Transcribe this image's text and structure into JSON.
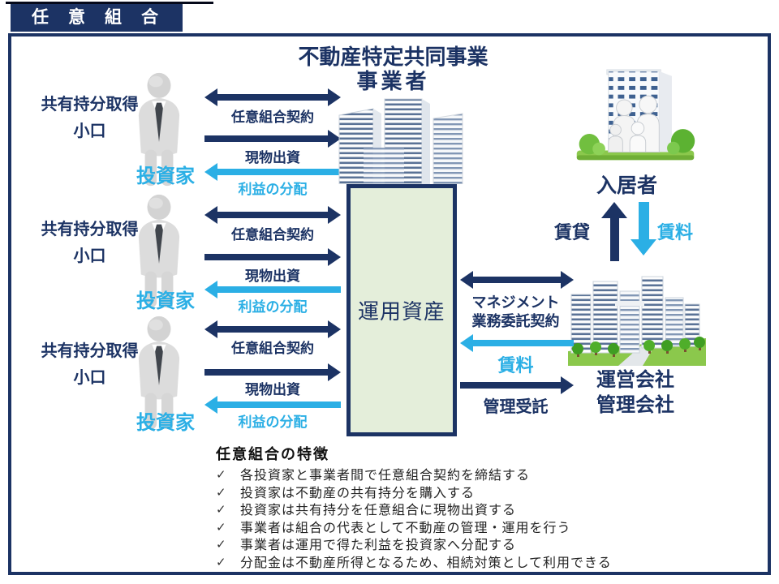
{
  "title": "任意組合",
  "colors": {
    "navy": "#1c3364",
    "cyan": "#2bafe5",
    "asset_green": "#e4eeda"
  },
  "header": {
    "line1": "不動産特定共同事業",
    "line2": "事業者"
  },
  "investors": [
    {
      "acquire_label": "共有持分取得",
      "lot_label": "小口",
      "role_label": "投資家",
      "contract_label": "任意組合契約",
      "contribution_label": "現物出資",
      "distribution_label": "利益の分配"
    },
    {
      "acquire_label": "共有持分取得",
      "lot_label": "小口",
      "role_label": "投資家",
      "contract_label": "任意組合契約",
      "contribution_label": "現物出資",
      "distribution_label": "利益の分配"
    },
    {
      "acquire_label": "共有持分取得",
      "lot_label": "小口",
      "role_label": "投資家",
      "contract_label": "任意組合契約",
      "contribution_label": "現物出資",
      "distribution_label": "利益の分配"
    }
  ],
  "asset_box": {
    "label": "運用資産"
  },
  "residents": {
    "label": "入居者",
    "lease_label": "賃貸",
    "rent_label": "賃料"
  },
  "operator": {
    "mgmt_contract_line1": "マネジメント",
    "mgmt_contract_line2": "業務委託契約",
    "rent_label": "賃料",
    "mgmt_trust_label": "管理受託",
    "company_line1": "運営会社",
    "company_line2": "管理会社"
  },
  "features": {
    "title": "任意組合の特徴",
    "check": "✓",
    "items": [
      "各投資家と事業者間で任意組合契約を締結する",
      "投資家は不動産の共有持分を購入する",
      "投資家は共有持分を任意組合に現物出資する",
      "事業者は組合の代表として不動産の管理・運用を行う",
      "事業者は運用で得た利益を投資家へ分配する",
      "分配金は不動産所得となるため、相続対策として利用できる"
    ]
  }
}
